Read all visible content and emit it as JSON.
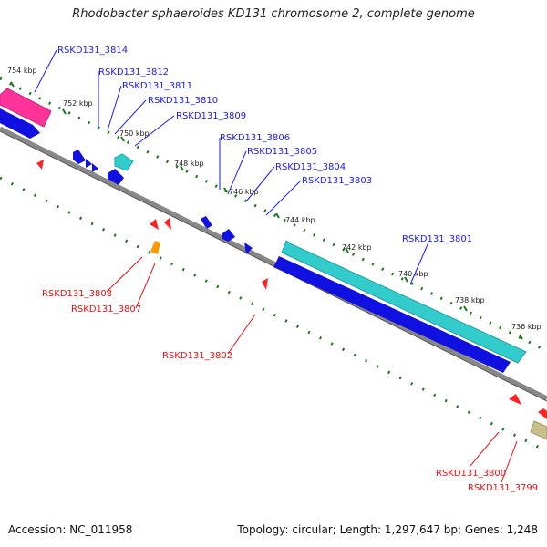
{
  "header": {
    "title": "Rhodobacter sphaeroides KD131 chromosome 2, complete genome"
  },
  "footer": {
    "accession": "Accession: NC_011958",
    "stats": "Topology: circular; Length: 1,297,647 bp; Genes: 1,248"
  },
  "colors": {
    "forward_label": "#1a1aff",
    "reverse_label": "#ee1111",
    "tick_green": "#1a7a1a",
    "backbone": "#888888",
    "feature_blue": "#1010e0",
    "feature_cyan": "#33cccc",
    "feature_magenta": "#ff3399",
    "feature_orange": "#ff9900",
    "feature_olive": "#c8c08a",
    "feature_red": "#ff2222"
  },
  "kbp_labels": [
    "754 kbp",
    "752 kbp",
    "750 kbp",
    "748 kbp",
    "746 kbp",
    "744 kbp",
    "742 kbp",
    "740 kbp",
    "738 kbp",
    "736 kbp"
  ],
  "forward_genes": [
    "RSKD131_3814",
    "RSKD131_3812",
    "RSKD131_3811",
    "RSKD131_3810",
    "RSKD131_3809",
    "RSKD131_3806",
    "RSKD131_3805",
    "RSKD131_3804",
    "RSKD131_3803",
    "RSKD131_3801"
  ],
  "reverse_genes": [
    "RSKD131_3808",
    "RSKD131_3807",
    "RSKD131_3802",
    "RSKD131_3800",
    "RSKD131_3799"
  ]
}
